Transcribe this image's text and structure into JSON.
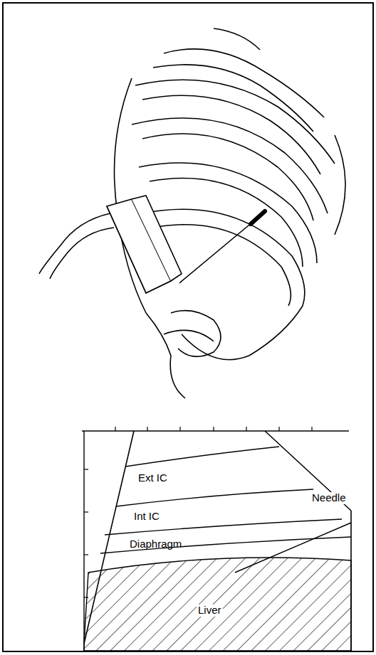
{
  "diagram": {
    "labels": [
      "Ext IC",
      "Int IC",
      "Diaphragm",
      "Liver",
      "Needle"
    ]
  }
}
